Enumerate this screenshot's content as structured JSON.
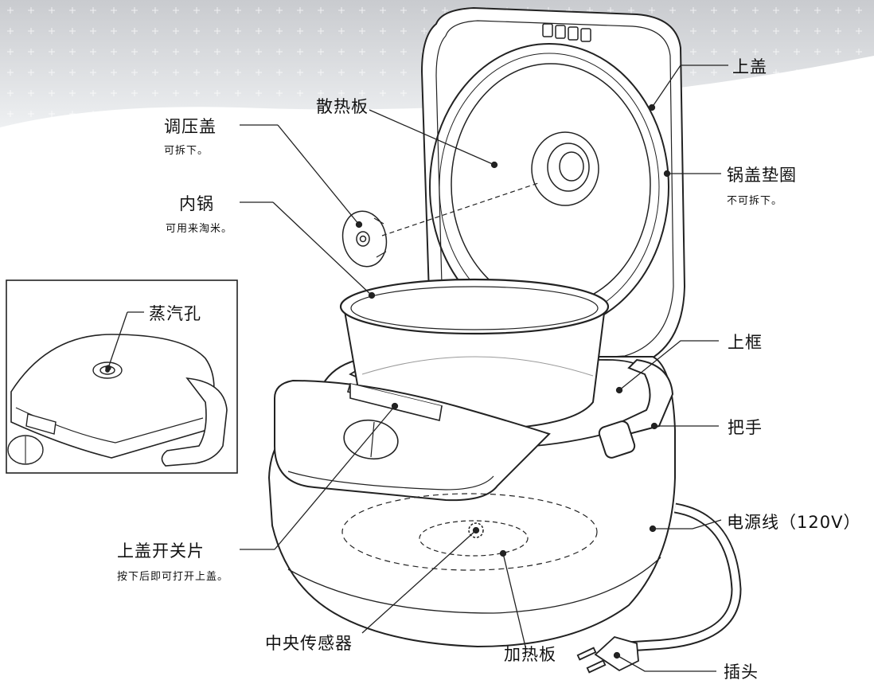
{
  "labels": {
    "top_lid": "上盖",
    "heat_plate": "散热板",
    "pressure_cap": "调压盖",
    "pressure_cap_note": "可拆下。",
    "lid_gasket": "锅盖垫圈",
    "lid_gasket_note": "不可拆下。",
    "inner_pot": "内锅",
    "inner_pot_note": "可用来淘米。",
    "steam_vent": "蒸汽孔",
    "upper_frame": "上框",
    "handle": "把手",
    "lid_release": "上盖开关片",
    "lid_release_note": "按下后即可打开上盖。",
    "power_cord": "电源线（120V）",
    "center_sensor": "中央传感器",
    "heating_plate": "加热板",
    "plug": "插头"
  }
}
